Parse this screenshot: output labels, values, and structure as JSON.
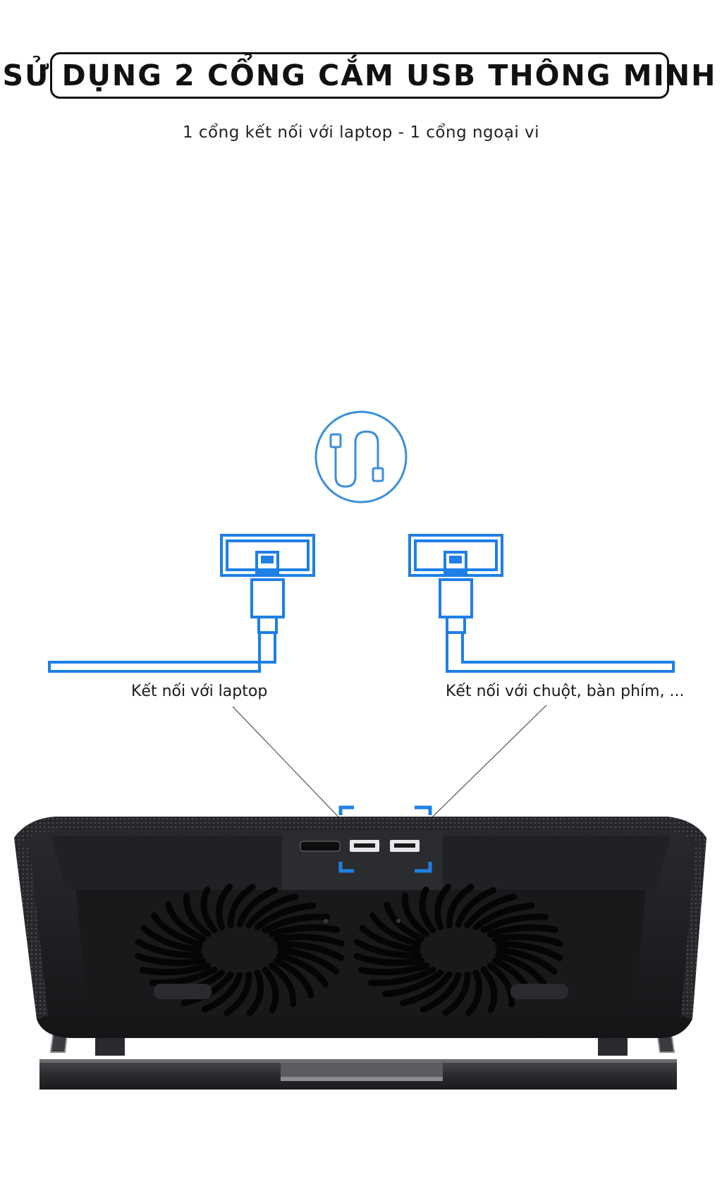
{
  "header": {
    "title": "SỬ DỤNG 2 CỔNG CẮM USB THÔNG MINH",
    "subtitle": "1 cổng kết nối với laptop - 1 cổng ngoại vi"
  },
  "ports": {
    "left_label": "Kết nối với laptop",
    "right_label": "Kết nối với chuột, bàn phím, ..."
  },
  "icons": {
    "cable": "usb-cable-icon",
    "usb_plug": "usb-plug-icon",
    "fan": "fan-icon"
  },
  "colors": {
    "accent_blue": "#1e7fe6",
    "icon_blue": "#3b8fd9",
    "device_body": "#1b1c1e",
    "background": "#ffffff"
  }
}
